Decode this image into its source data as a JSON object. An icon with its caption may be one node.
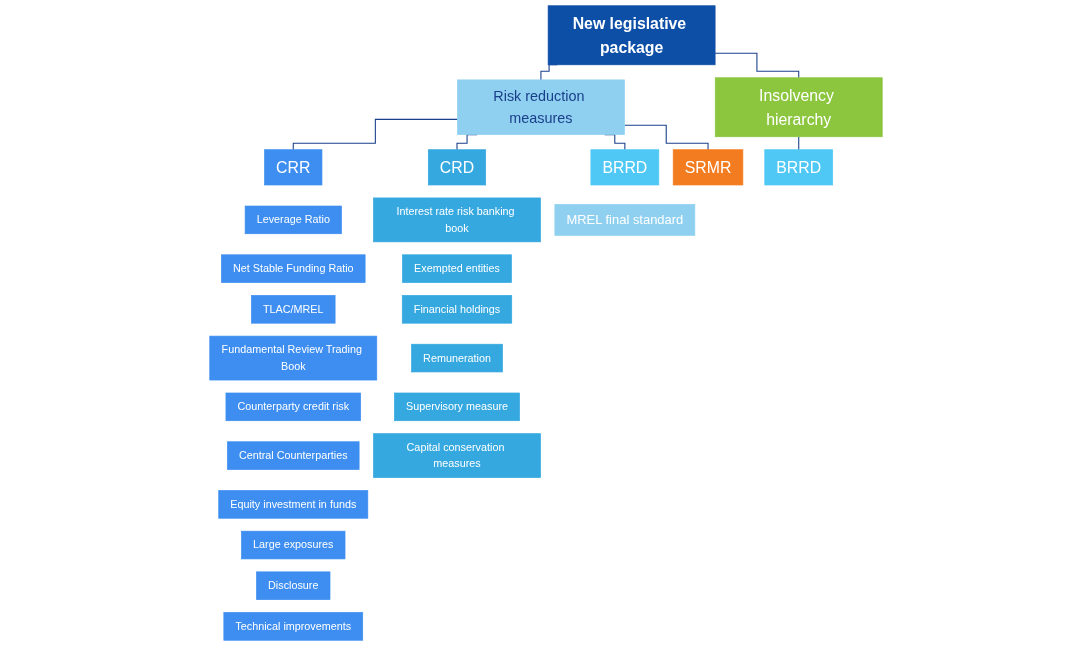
{
  "diagram": {
    "nodes": [
      {
        "text": [
          "New legislative package"
        ]
      },
      {
        "text": [
          "Risk reduction measures"
        ]
      },
      {
        "text": [
          "Insolvency hierarchy"
        ]
      },
      {
        "text": [
          "CRR"
        ]
      },
      {
        "text": [
          "CRD"
        ]
      },
      {
        "text": [
          "BRRD"
        ]
      },
      {
        "text": [
          "SRMR"
        ]
      },
      {
        "text": [
          "BRRD"
        ]
      },
      {
        "text": [
          "Leverage Ratio"
        ]
      },
      {
        "text": [
          "Net Stable Funding Ratio"
        ]
      },
      {
        "text": [
          "TLAC/MREL"
        ]
      },
      {
        "text": [
          "Fundamental Review Trading Book"
        ]
      },
      {
        "text": [
          "Counterparty credit risk"
        ]
      },
      {
        "text": [
          "Central Counterparties"
        ]
      },
      {
        "text": [
          "Equity investment in funds"
        ]
      },
      {
        "text": [
          "Large exposures"
        ]
      },
      {
        "text": [
          "Disclosure"
        ]
      },
      {
        "text": [
          "Technical improvements"
        ]
      },
      {
        "text": [
          "Interest rate risk banking book"
        ]
      },
      {
        "text": [
          "Exempted entities"
        ]
      },
      {
        "text": [
          "Financial holdings"
        ]
      },
      {
        "text": [
          "Remuneration"
        ]
      },
      {
        "text": [
          "Supervisory measure"
        ]
      },
      {
        "text": [
          "Capital conservation measures"
        ]
      },
      {
        "text": [
          "MREL final standard"
        ]
      }
    ],
    "edges": [
      {
        "from": 0,
        "to": 1,
        "arrow": "none"
      },
      {
        "from": 0,
        "to": 2,
        "arrow": "none"
      },
      {
        "from": 1,
        "to": 3,
        "arrow": "none"
      },
      {
        "from": 1,
        "to": 4,
        "arrow": "none"
      },
      {
        "from": 1,
        "to": 5,
        "arrow": "none"
      },
      {
        "from": 1,
        "to": 6,
        "arrow": "none"
      },
      {
        "from": 2,
        "to": 7,
        "arrow": "none"
      }
    ]
  }
}
